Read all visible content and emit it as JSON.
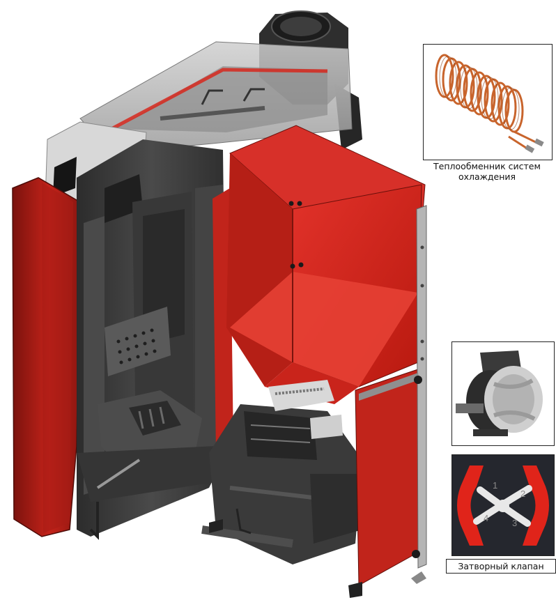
{
  "insets": {
    "heat_exchanger": {
      "caption_line1": "Теплообменник систем",
      "caption_line2": "охлаждения"
    },
    "rotary_valve": {
      "caption": "Затворный клапан",
      "chamber_labels": [
        "1",
        "2",
        "3",
        "4"
      ]
    }
  },
  "colors": {
    "boiler_red": "#d6281d",
    "dark_red": "#9c1912",
    "steel_dark": "#3a3a3a",
    "steel_mid": "#6b6b6b",
    "glass_grey": "#b9b9b9",
    "copper": "#c8642c",
    "valve_bg": "#25272e",
    "valve_red": "#e0241a"
  }
}
